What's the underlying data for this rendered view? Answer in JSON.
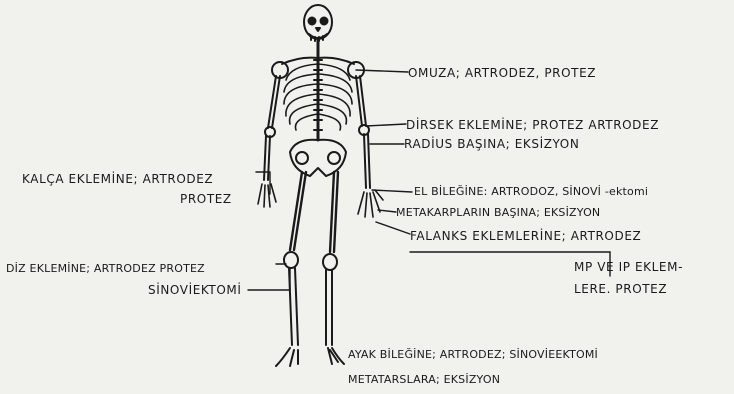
{
  "labels": {
    "shoulder": "OMUZA; ARTRODEZ, PROTEZ",
    "elbow": "DİRSEK EKLEMİNE; PROTEZ ARTRODEZ",
    "radius": "RADİUS BAŞINA; EKSİZYON",
    "wrist": "EL BİLEĞİNE: ARTRODOZ, SİNOVİ -ektomi",
    "metacarpal": "METAKARPLARIN BAŞINA; EKSİZYON",
    "phalanx": "FALANKS EKLEMLERİNE; ARTRODEZ",
    "mp_ip_line1": "MP VE IP EKLEM-",
    "mp_ip_line2": "LERE. PROTEZ",
    "hip_line1": "KALÇA EKLEMİNE; ARTRODEZ",
    "hip_line2": "PROTEZ",
    "knee_line1": "DİZ EKLEMİNE; ARTRODEZ PROTEZ",
    "knee_line2": "SİNOVİEKTOMİ",
    "ankle": "AYAK BİLEĞİNE; ARTRODEZ; SİNOVİEEKTOMİ",
    "metatarsal": "METATARSLARA; EKSİZYON"
  },
  "colors": {
    "ink": "#1a1a1a",
    "paper": "#f1f1ee"
  }
}
